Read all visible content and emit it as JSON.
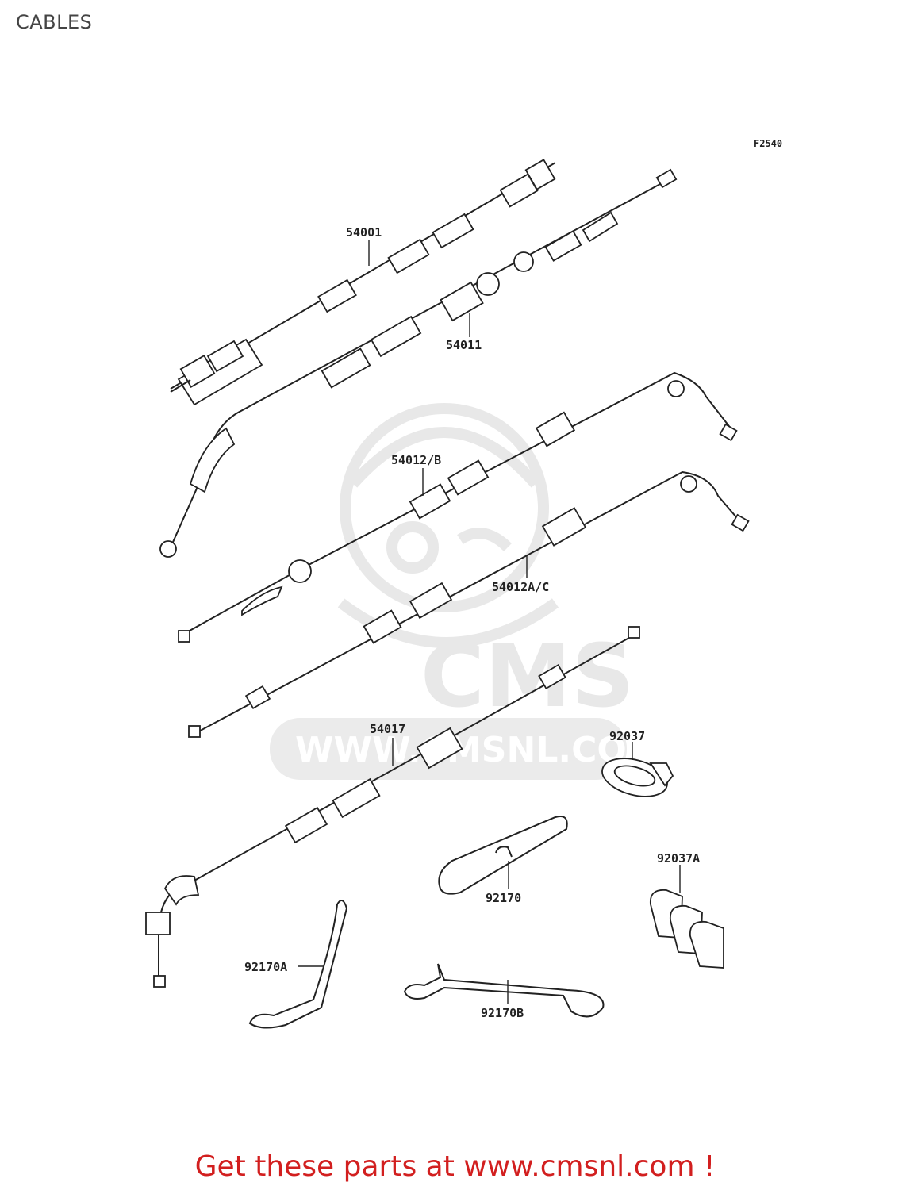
{
  "page": {
    "title": "CABLES",
    "figure_ref": "F2540",
    "footer": "Get these parts at www.cmsnl.com !"
  },
  "watermark": {
    "brand": "CMS",
    "url": "WWW.CMSNL.COM"
  },
  "parts": [
    {
      "id": "54001",
      "label": "54001"
    },
    {
      "id": "54011",
      "label": "54011"
    },
    {
      "id": "54012B",
      "label": "54012/B"
    },
    {
      "id": "54012AC",
      "label": "54012A/C"
    },
    {
      "id": "54017",
      "label": "54017"
    },
    {
      "id": "92037",
      "label": "92037"
    },
    {
      "id": "92037A",
      "label": "92037A"
    },
    {
      "id": "92170",
      "label": "92170"
    },
    {
      "id": "92170A",
      "label": "92170A"
    },
    {
      "id": "92170B",
      "label": "92170B"
    }
  ],
  "colors": {
    "line": "#222222",
    "watermark": "#e4e4e4",
    "footer": "#d21f1f"
  }
}
